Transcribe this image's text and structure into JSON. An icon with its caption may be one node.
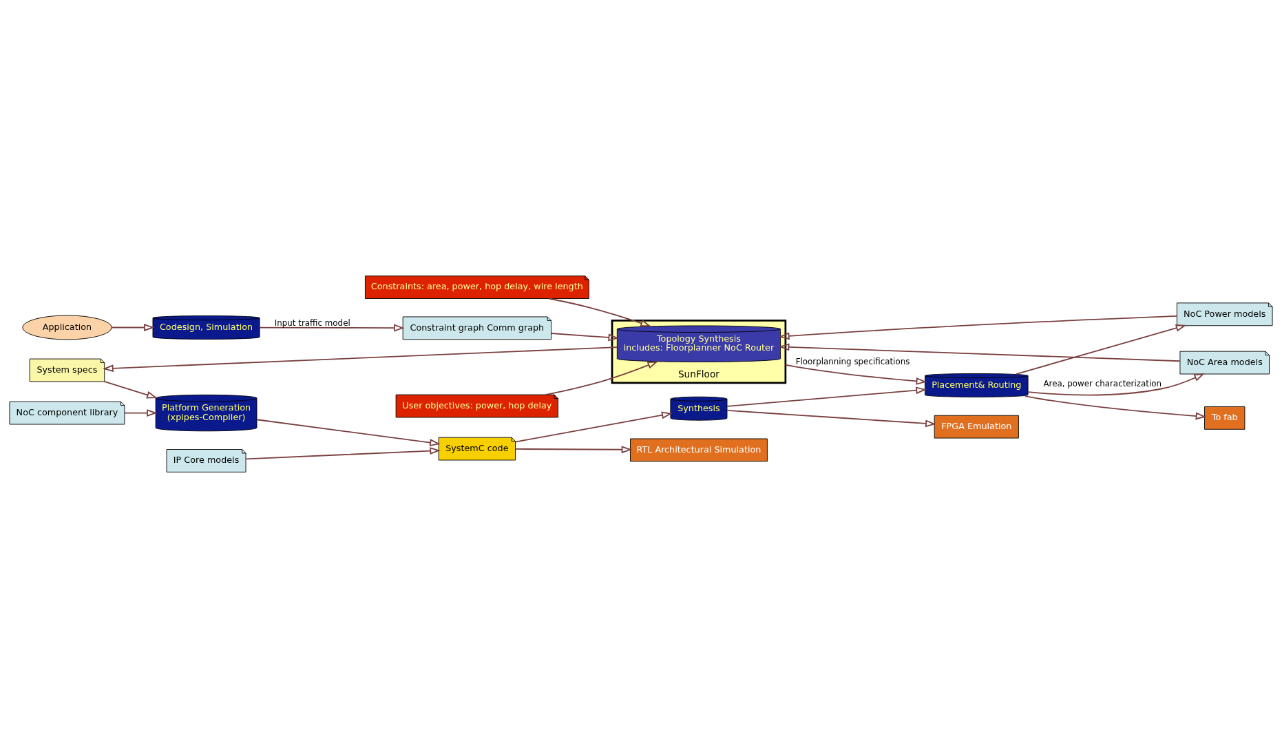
{
  "diagram": {
    "nodes": [
      {
        "text": [
          "Application"
        ]
      },
      {
        "text": [
          "Codesign, Simulation"
        ]
      },
      {
        "text": [
          "Constraint graph Comm graph"
        ]
      },
      {
        "text": [
          "User objectives: power, hop delay"
        ]
      },
      {
        "text": [
          "Constraints: area, power, hop delay, wire length"
        ]
      },
      {
        "text": [
          "NoC Area models"
        ]
      },
      {
        "text": [
          "NoC Power models"
        ]
      },
      {
        "text": [
          "SunFloor"
        ]
      },
      {
        "text": [
          "Topology Synthesis",
          "includes: Floorplanner NoC Router"
        ],
        "in": 7
      },
      {
        "text": [
          "System specs"
        ]
      },
      {
        "text": [
          "NoC component library"
        ]
      },
      {
        "text": [
          "Platform Generation",
          "(xpipes-Compiler)"
        ]
      },
      {
        "text": [
          "IP Core models"
        ]
      },
      {
        "text": [
          "SystemC code"
        ]
      },
      {
        "text": [
          "RTL Architectural Simulation"
        ]
      },
      {
        "text": [
          "FPGA Emulation"
        ]
      },
      {
        "text": [
          "Synthesis"
        ]
      },
      {
        "text": [
          "Placement& Routing"
        ]
      },
      {
        "text": [
          "To fab"
        ]
      }
    ],
    "edges": [
      {
        "from": 0,
        "to": 1,
        "arrow": "to"
      },
      {
        "from": 1,
        "to": 2,
        "arrow": "to",
        "label": "Input traffic model"
      },
      {
        "from": 3,
        "to": 8,
        "arrow": "to"
      },
      {
        "from": 4,
        "to": 8,
        "arrow": "to"
      },
      {
        "from": 2,
        "to": 8,
        "arrow": "to"
      },
      {
        "from": 5,
        "to": 8,
        "arrow": "to"
      },
      {
        "from": 6,
        "to": 8,
        "arrow": "to"
      },
      {
        "from": 8,
        "to": 9,
        "arrow": "to"
      },
      {
        "from": 9,
        "to": 11,
        "arrow": "to"
      },
      {
        "from": 10,
        "to": 11,
        "arrow": "to"
      },
      {
        "from": 11,
        "to": 13,
        "arrow": "to"
      },
      {
        "from": 12,
        "to": 13,
        "arrow": "to"
      },
      {
        "from": 13,
        "to": 14,
        "arrow": "to"
      },
      {
        "from": 13,
        "to": 16,
        "arrow": "to"
      },
      {
        "from": 16,
        "to": 15,
        "arrow": "to"
      },
      {
        "from": 16,
        "to": 17,
        "arrow": "to"
      },
      {
        "from": 17,
        "to": 18,
        "arrow": "to"
      },
      {
        "from": 7,
        "to": 17,
        "arrow": "to",
        "label": "Floorplanning specifications"
      },
      {
        "from": 17,
        "to": 5,
        "arrow": "to",
        "label": "Area, power characterization"
      },
      {
        "from": 17,
        "to": 6,
        "arrow": "to"
      }
    ]
  }
}
